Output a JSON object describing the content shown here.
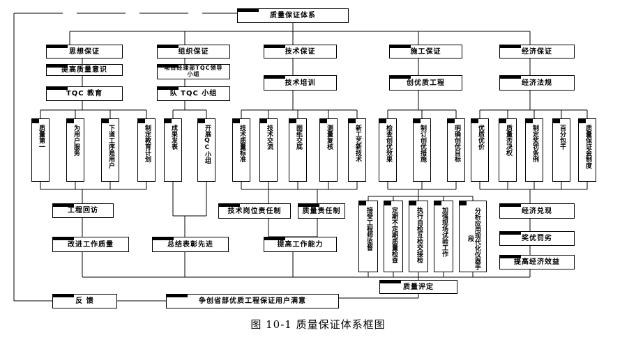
{
  "root": "质量保证体系",
  "columns": [
    {
      "title": "思想保证",
      "sub1": "提高质量意识",
      "sub2": "TQC 教育"
    },
    {
      "title": "组织保证",
      "sub1": "项目经理部TQC领导小组",
      "sub2": "队 TQC 小组"
    },
    {
      "title": "技术保证",
      "sub1": "技术培训"
    },
    {
      "title": "施工保证",
      "sub1": "创优质工程"
    },
    {
      "title": "经济保证",
      "sub1": "经济法规"
    }
  ],
  "leaves": {
    "col1": [
      "质量第一",
      "为用户服务",
      "下道工序是用户",
      "制定教育计划"
    ],
    "col2": [
      "成果发表",
      "开展QC小组"
    ],
    "col3": [
      "技术质量标准",
      "技术交流",
      "图纸交底",
      "测量复核",
      "新工艺新技术"
    ],
    "col4": [
      "检查创优效果",
      "制订创优措施",
      "明确创优目标"
    ],
    "col5": [
      "优质优价",
      "质量否决权",
      "制定奖罚条例",
      "百分包干",
      "质量保证金制度"
    ]
  },
  "mid": {
    "visit": "工程回访",
    "improve": "改进工作质量",
    "summary": "总结表彰先进",
    "post_resp": "技术岗位责任制",
    "quality_resp": "质量责任制",
    "ability": "提高工作能力",
    "econ_first": "经济兑现",
    "reward": "奖优罚劣",
    "benefit": "提高经济效益",
    "eval": "质量评定",
    "feedback": "反 馈",
    "goal": "争创省部优质工程保证用户满意"
  },
  "inspection": [
    "接受工程师监督",
    "定期不定期质量检查",
    "执行自检互检交接检",
    "加强现场试验工作",
    "分析应用现代化仪器手段"
  ],
  "caption": "图 10-1   质量保证体系框图"
}
